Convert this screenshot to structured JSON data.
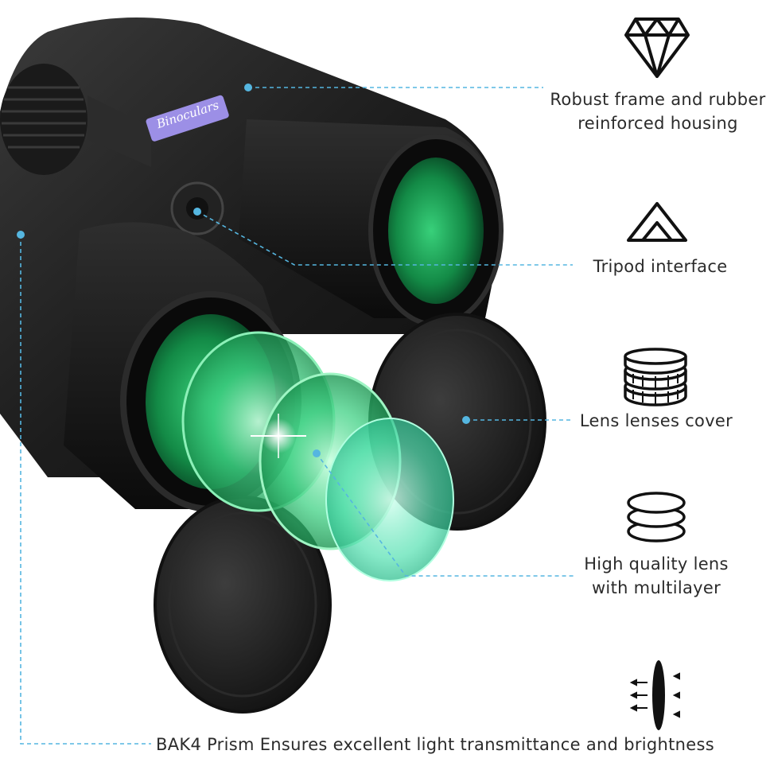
{
  "brand_text": "Binoculars",
  "features": {
    "frame": {
      "line1": "Robust frame and rubber",
      "line2": "reinforced housing",
      "icon": "diamond-icon"
    },
    "tripod": {
      "line1": "Tripod interface",
      "icon": "tripod-triangle-icon"
    },
    "cover": {
      "line1": "Lens lenses cover",
      "icon": "stacked-coins-icon"
    },
    "lens": {
      "line1": "High quality lens",
      "line2": "with multilayer",
      "icon": "stacked-layers-icon"
    },
    "prism": {
      "line1": "BAK4 Prism Ensures excellent light transmittance and brightness",
      "icon": "lens-light-icon"
    }
  },
  "colors": {
    "callout": "#55b6e0",
    "body": "#1c1c1c",
    "lens_green": "#2fbf6a",
    "badge": "#9c8fe6",
    "text": "#2b2b2b"
  }
}
